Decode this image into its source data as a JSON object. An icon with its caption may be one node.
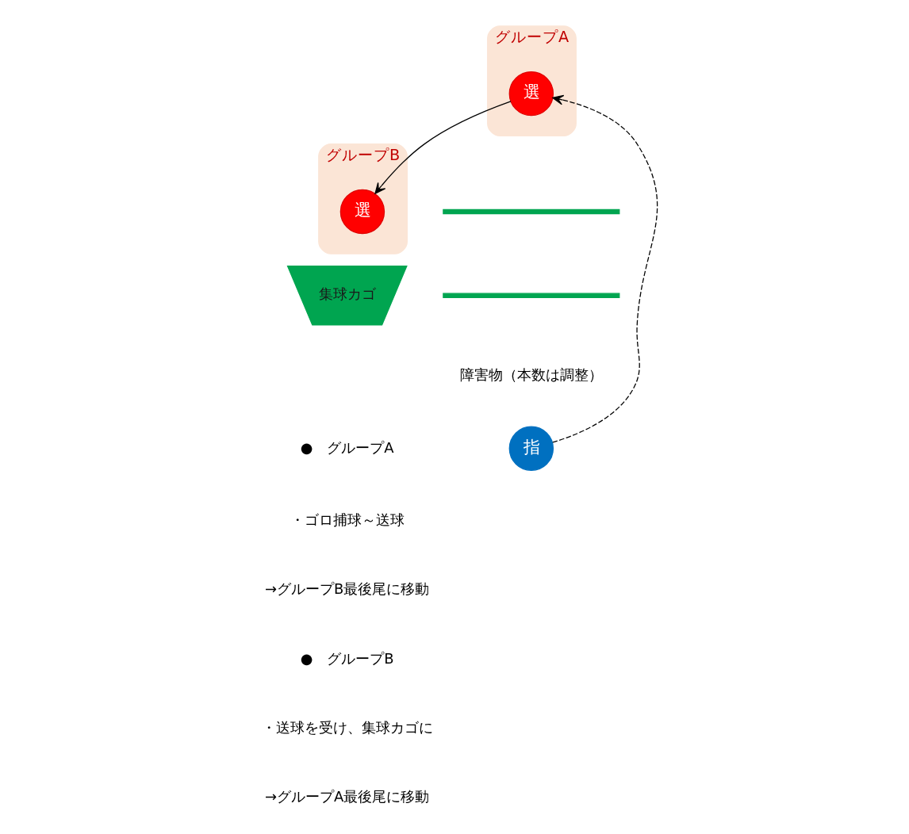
{
  "diagram": {
    "nodes": [
      {
        "text": [
          "グループA"
        ]
      },
      {
        "text": [
          "選"
        ],
        "in": 0
      },
      {
        "text": [
          "グループB"
        ]
      },
      {
        "text": [
          "選"
        ],
        "in": 2
      },
      {
        "text": [
          "集球カゴ"
        ]
      },
      {
        "text": [
          "指"
        ]
      },
      {
        "text": [],
        "shape": "bar"
      },
      {
        "text": [],
        "shape": "bar"
      }
    ],
    "edges": [
      {
        "from": 1,
        "to": 3,
        "arrow": "to"
      },
      {
        "from": 5,
        "to": 1,
        "arrow": "to",
        "style": "dashed"
      }
    ],
    "labels": [
      "障害物（本数は調整）",
      "●　グループA",
      "・ゴロ捕球～送球",
      "→グループB最後尾に移動",
      "●　グループB",
      "・送球を受け、集球カゴに",
      "→グループA最後尾に移動"
    ]
  }
}
